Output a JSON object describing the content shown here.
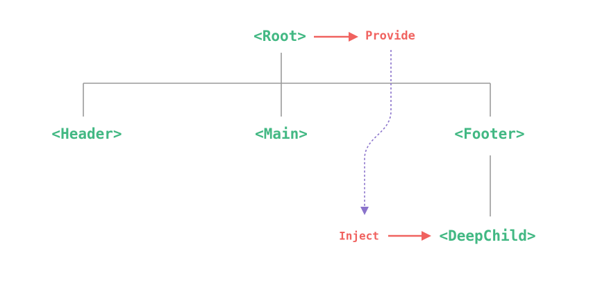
{
  "diagram": {
    "nodes": {
      "root": "<Root>",
      "header": "<Header>",
      "main": "<Main>",
      "footer": "<Footer>",
      "deep_child": "<DeepChild>"
    },
    "labels": {
      "provide": "Provide",
      "inject": "Inject"
    },
    "colors": {
      "green": "#42b883",
      "red": "#f0625f",
      "purple": "#8a73cb",
      "gray": "#9a9a9a",
      "bg": "#ffffff"
    }
  }
}
